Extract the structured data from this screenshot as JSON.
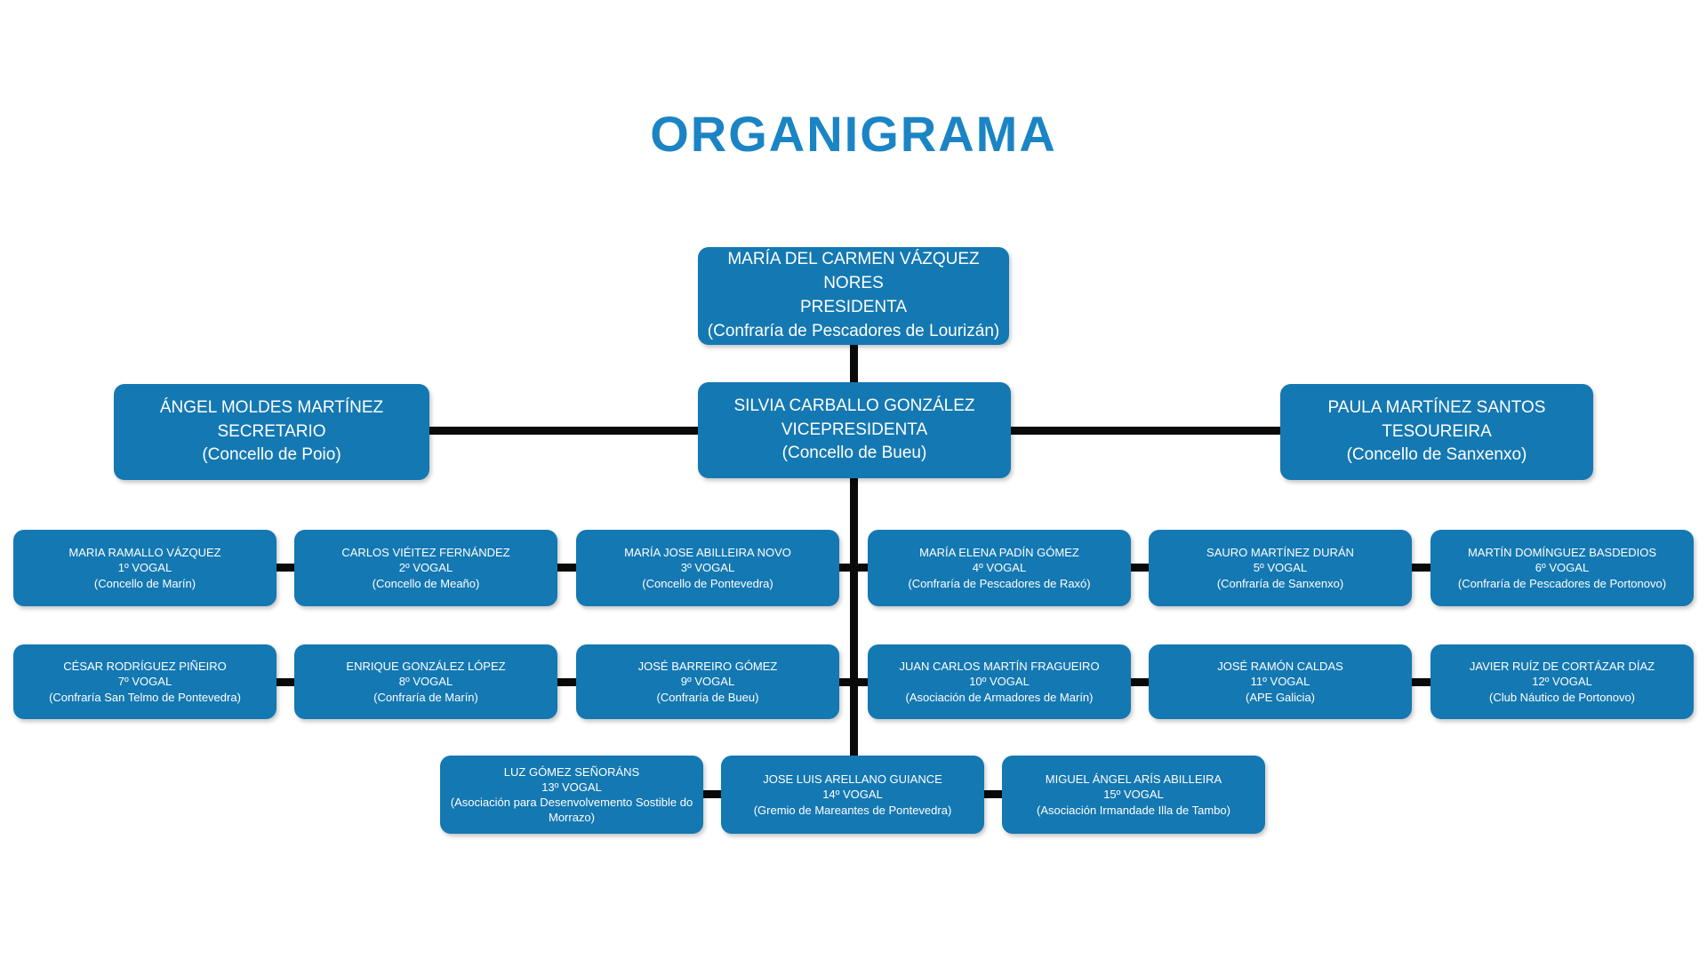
{
  "title": "ORGANIGRAMA",
  "colors": {
    "box-blue": "#1478b2",
    "title-blue": "#1b84c4",
    "line-black": "#0a0a0a",
    "text-white": "#ffffff"
  },
  "nodes": {
    "presidenta": {
      "name": "MARÍA DEL CARMEN VÁZQUEZ NORES",
      "role": "PRESIDENTA",
      "org": "(Confraría de Pescadores de Lourizán)"
    },
    "secretario": {
      "name": "ÁNGEL MOLDES MARTÍNEZ",
      "role": "SECRETARIO",
      "org": "(Concello de Poio)"
    },
    "vicepresidenta": {
      "name": "SILVIA CARBALLO GONZÁLEZ",
      "role": "VICEPRESIDENTA",
      "org": "(Concello de Bueu)"
    },
    "tesoureira": {
      "name": "PAULA MARTÍNEZ SANTOS",
      "role": "TESOUREIRA",
      "org": "(Concello de Sanxenxo)"
    },
    "vogais": [
      {
        "name": "MARIA RAMALLO VÁZQUEZ",
        "role": "1º VOGAL",
        "org": "(Concello de Marín)"
      },
      {
        "name": "CARLOS VIÉITEZ FERNÁNDEZ",
        "role": "2º VOGAL",
        "org": "(Concello de Meaño)"
      },
      {
        "name": "MARÍA JOSE ABILLEIRA NOVO",
        "role": "3º VOGAL",
        "org": "(Concello de Pontevedra)"
      },
      {
        "name": "MARÍA ELENA PADÍN GÓMEZ",
        "role": "4º VOGAL",
        "org": "(Confraría de Pescadores de Raxó)"
      },
      {
        "name": "SAURO MARTÍNEZ DURÁN",
        "role": "5º VOGAL",
        "org": "(Confraría de Sanxenxo)"
      },
      {
        "name": "MARTÍN DOMÍNGUEZ BASDEDIOS",
        "role": "6º VOGAL",
        "org": "(Confraría de Pescadores de Portonovo)"
      },
      {
        "name": "CÉSAR RODRÍGUEZ PIÑEIRO",
        "role": "7º VOGAL",
        "org": "(Confraría San Telmo de Pontevedra)"
      },
      {
        "name": "ENRIQUE GONZÁLEZ LÓPEZ",
        "role": "8º VOGAL",
        "org": "(Confraría de Marín)"
      },
      {
        "name": "JOSÉ BARREIRO GÓMEZ",
        "role": "9º VOGAL",
        "org": "(Confraría de Bueu)"
      },
      {
        "name": "JUAN CARLOS MARTÍN FRAGUEIRO",
        "role": "10º VOGAL",
        "org": "(Asociación de Armadores de Marín)"
      },
      {
        "name": "JOSÉ RAMÓN CALDAS",
        "role": "11º VOGAL",
        "org": "(APE Galicia)"
      },
      {
        "name": "JAVIER RUÍZ DE CORTÁZAR DÍAZ",
        "role": "12º VOGAL",
        "org": "(Club Náutico de Portonovo)"
      },
      {
        "name": "LUZ GÓMEZ SEÑORÁNS",
        "role": "13º VOGAL",
        "org": "(Asociación para Desenvolvemento Sostible do Morrazo)"
      },
      {
        "name": "JOSE LUIS ARELLANO GUIANCE",
        "role": "14º VOGAL",
        "org": "(Gremio de Mareantes de Pontevedra)"
      },
      {
        "name": "MIGUEL ÁNGEL ARÍS ABILLEIRA",
        "role": "15º VOGAL",
        "org": "(Asociación Irmandade Illa de Tambo)"
      }
    ]
  }
}
